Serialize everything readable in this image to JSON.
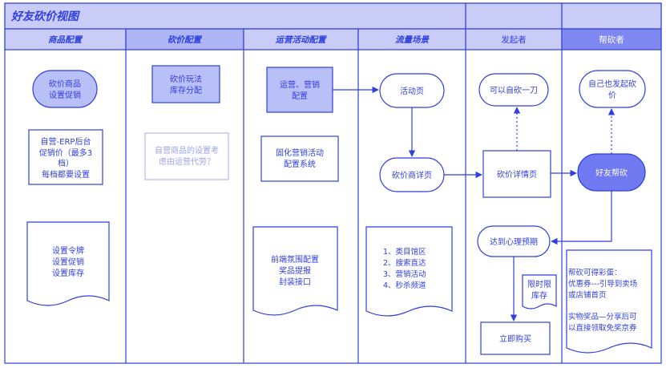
{
  "title": "好友砍价视图",
  "lanes": [
    {
      "label": "商品配置"
    },
    {
      "label": "砍价配置"
    },
    {
      "label": "运营活动配置"
    },
    {
      "label": "流量场景"
    },
    {
      "label": "发起者"
    },
    {
      "label": "帮砍者"
    }
  ],
  "nodes": {
    "product_promo": [
      "砍价商品",
      "设置促销"
    ],
    "erp_note": [
      "自营-ERP后台",
      "促销价（最多3",
      "档）",
      "每档都要设置"
    ],
    "token_doc": [
      "设置令牌",
      "设置促销",
      "设置库存"
    ],
    "bargain_play": [
      "砍价玩法",
      "库存分配"
    ],
    "self_question": [
      "自营商品的设置考",
      "虑由运营代劳？"
    ],
    "ops_config": [
      "运营、营销",
      "配置"
    ],
    "fixed_system": [
      "固化营销活动",
      "配置系统"
    ],
    "frontend_doc": [
      "前端氛围配置",
      "奖品提报",
      "封装接口"
    ],
    "activity_page": [
      "活动页"
    ],
    "bargain_detail": [
      "砍价商详页"
    ],
    "traffic_doc": [
      "1、类目馆区",
      "2、搜索直达",
      "3、营销活动",
      "4、秒杀频道"
    ],
    "self_cut": [
      "可以自砍一刀"
    ],
    "bargain_details": [
      "砍价详情页"
    ],
    "expected_price": [
      "达到心理预期"
    ],
    "limited_stock": [
      "限时限",
      "库存"
    ],
    "buy_now": [
      "立即购买"
    ],
    "helper_self": [
      "自己也发起砍",
      "价"
    ],
    "friend_help": [
      "好友帮砍"
    ],
    "rewards_doc": [
      "帮砍可得彩蛋：",
      "优惠券---引导到卖场",
      "或店铺首页",
      "",
      "实物奖品—分享后可",
      "以直接领取免奖京券"
    ]
  },
  "colors": {
    "line": "#2f3fe0",
    "header_fill": "#c8ccf7",
    "header_strong": "#8b93f0",
    "node_fill": "#b9bff7",
    "node_strong": "#6f79f0"
  }
}
